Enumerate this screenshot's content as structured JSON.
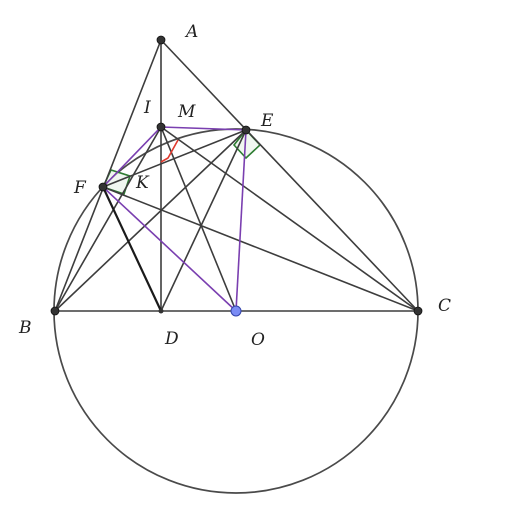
{
  "points": {
    "A": "A",
    "I": "I",
    "M": "M",
    "E": "E",
    "F": "F",
    "K": "K",
    "B": "B",
    "D": "D",
    "O": "O",
    "C": "C"
  },
  "colors": {
    "stroke": "#3d3d3d",
    "purple": "#7a3fb0",
    "red": "#e03a2e",
    "right_angle": "#2e7d32",
    "point": "#333333",
    "center_point": "#7b8cf5"
  }
}
